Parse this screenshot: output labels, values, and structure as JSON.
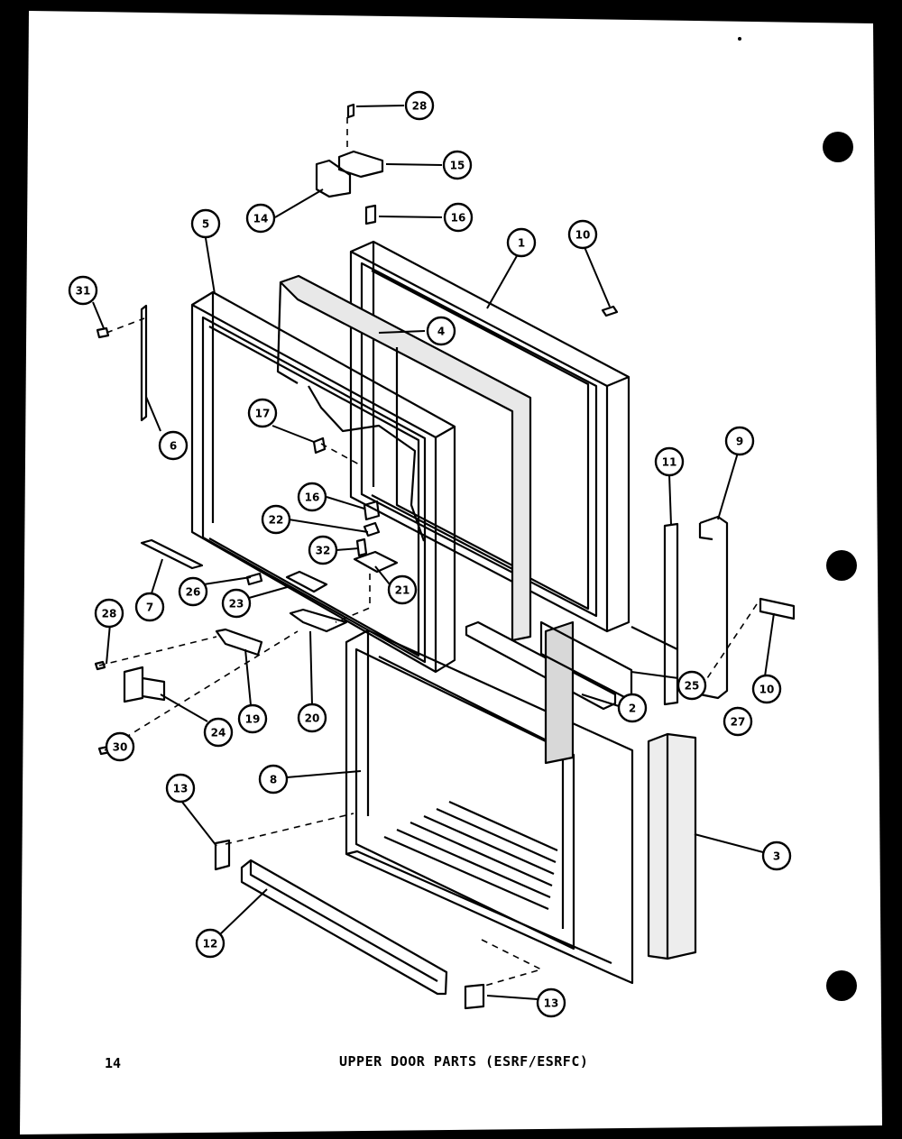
{
  "page": {
    "number": "14",
    "title": "UPPER DOOR PARTS (ESRF/ESRFC)"
  },
  "colors": {
    "paper": "#ffffff",
    "ink": "#000000",
    "background": "#000000"
  },
  "callouts": [
    {
      "id": "c28a",
      "label": "28"
    },
    {
      "id": "c15",
      "label": "15"
    },
    {
      "id": "c14",
      "label": "14"
    },
    {
      "id": "c16a",
      "label": "16"
    },
    {
      "id": "c5",
      "label": "5"
    },
    {
      "id": "c1",
      "label": "1"
    },
    {
      "id": "c10a",
      "label": "10"
    },
    {
      "id": "c31",
      "label": "31"
    },
    {
      "id": "c4",
      "label": "4"
    },
    {
      "id": "c6",
      "label": "6"
    },
    {
      "id": "c17",
      "label": "17"
    },
    {
      "id": "c16b",
      "label": "16"
    },
    {
      "id": "c22",
      "label": "22"
    },
    {
      "id": "c32",
      "label": "32"
    },
    {
      "id": "c7",
      "label": "7"
    },
    {
      "id": "c26",
      "label": "26"
    },
    {
      "id": "c23",
      "label": "23"
    },
    {
      "id": "c21",
      "label": "21"
    },
    {
      "id": "c11",
      "label": "11"
    },
    {
      "id": "c9",
      "label": "9"
    },
    {
      "id": "c28b",
      "label": "28"
    },
    {
      "id": "c19",
      "label": "19"
    },
    {
      "id": "c20",
      "label": "20"
    },
    {
      "id": "c24",
      "label": "24"
    },
    {
      "id": "c30",
      "label": "30"
    },
    {
      "id": "c25",
      "label": "25"
    },
    {
      "id": "c2",
      "label": "2"
    },
    {
      "id": "c27",
      "label": "27"
    },
    {
      "id": "c10b",
      "label": "10"
    },
    {
      "id": "c8",
      "label": "8"
    },
    {
      "id": "c13a",
      "label": "13"
    },
    {
      "id": "c3",
      "label": "3"
    },
    {
      "id": "c12",
      "label": "12"
    },
    {
      "id": "c13b",
      "label": "13"
    }
  ]
}
